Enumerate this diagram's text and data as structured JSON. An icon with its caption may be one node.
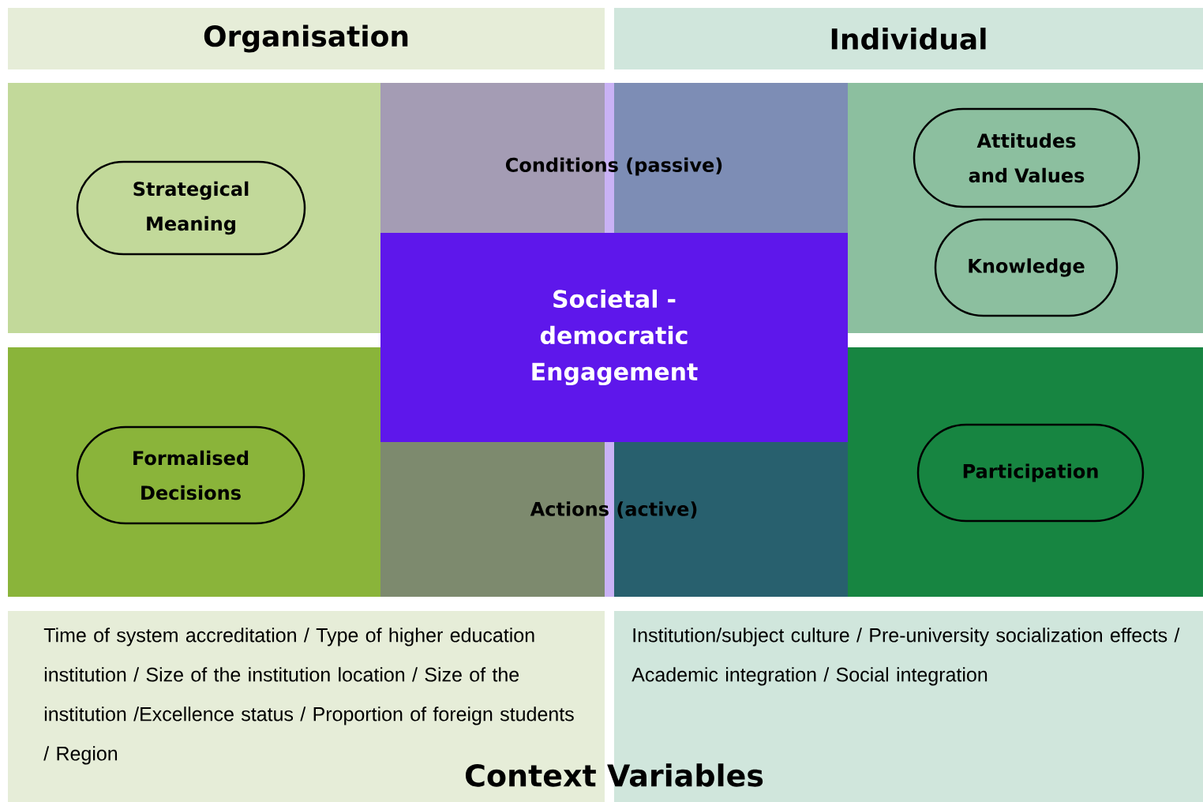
{
  "diagram": {
    "nodes": [
      {
        "text": [
          "Organisation"
        ]
      },
      {
        "text": [
          "Individual"
        ]
      },
      {
        "text": [
          "Conditions (passive)"
        ]
      },
      {
        "text": [
          "Strategical Meaning"
        ]
      },
      {
        "text": [
          "Attitudes and Values"
        ]
      },
      {
        "text": [
          "Knowledge"
        ]
      },
      {
        "text": [
          "Societal - democratic Engagement"
        ]
      },
      {
        "text": [
          "Formalised Decisions"
        ]
      },
      {
        "text": [
          "Participation"
        ]
      },
      {
        "text": [
          "Actions (active)"
        ]
      },
      {
        "text": [
          "Time of system accreditation / Type of higher education institution / Size of the institution location / Size of the institution /Excellence status / Proportion of foreign students / Region"
        ]
      },
      {
        "text": [
          "Institution/subject culture / Pre-university socialization effects / Academic integration / Social integration"
        ]
      }
    ],
    "labels": [
      "Context Variables"
    ]
  }
}
